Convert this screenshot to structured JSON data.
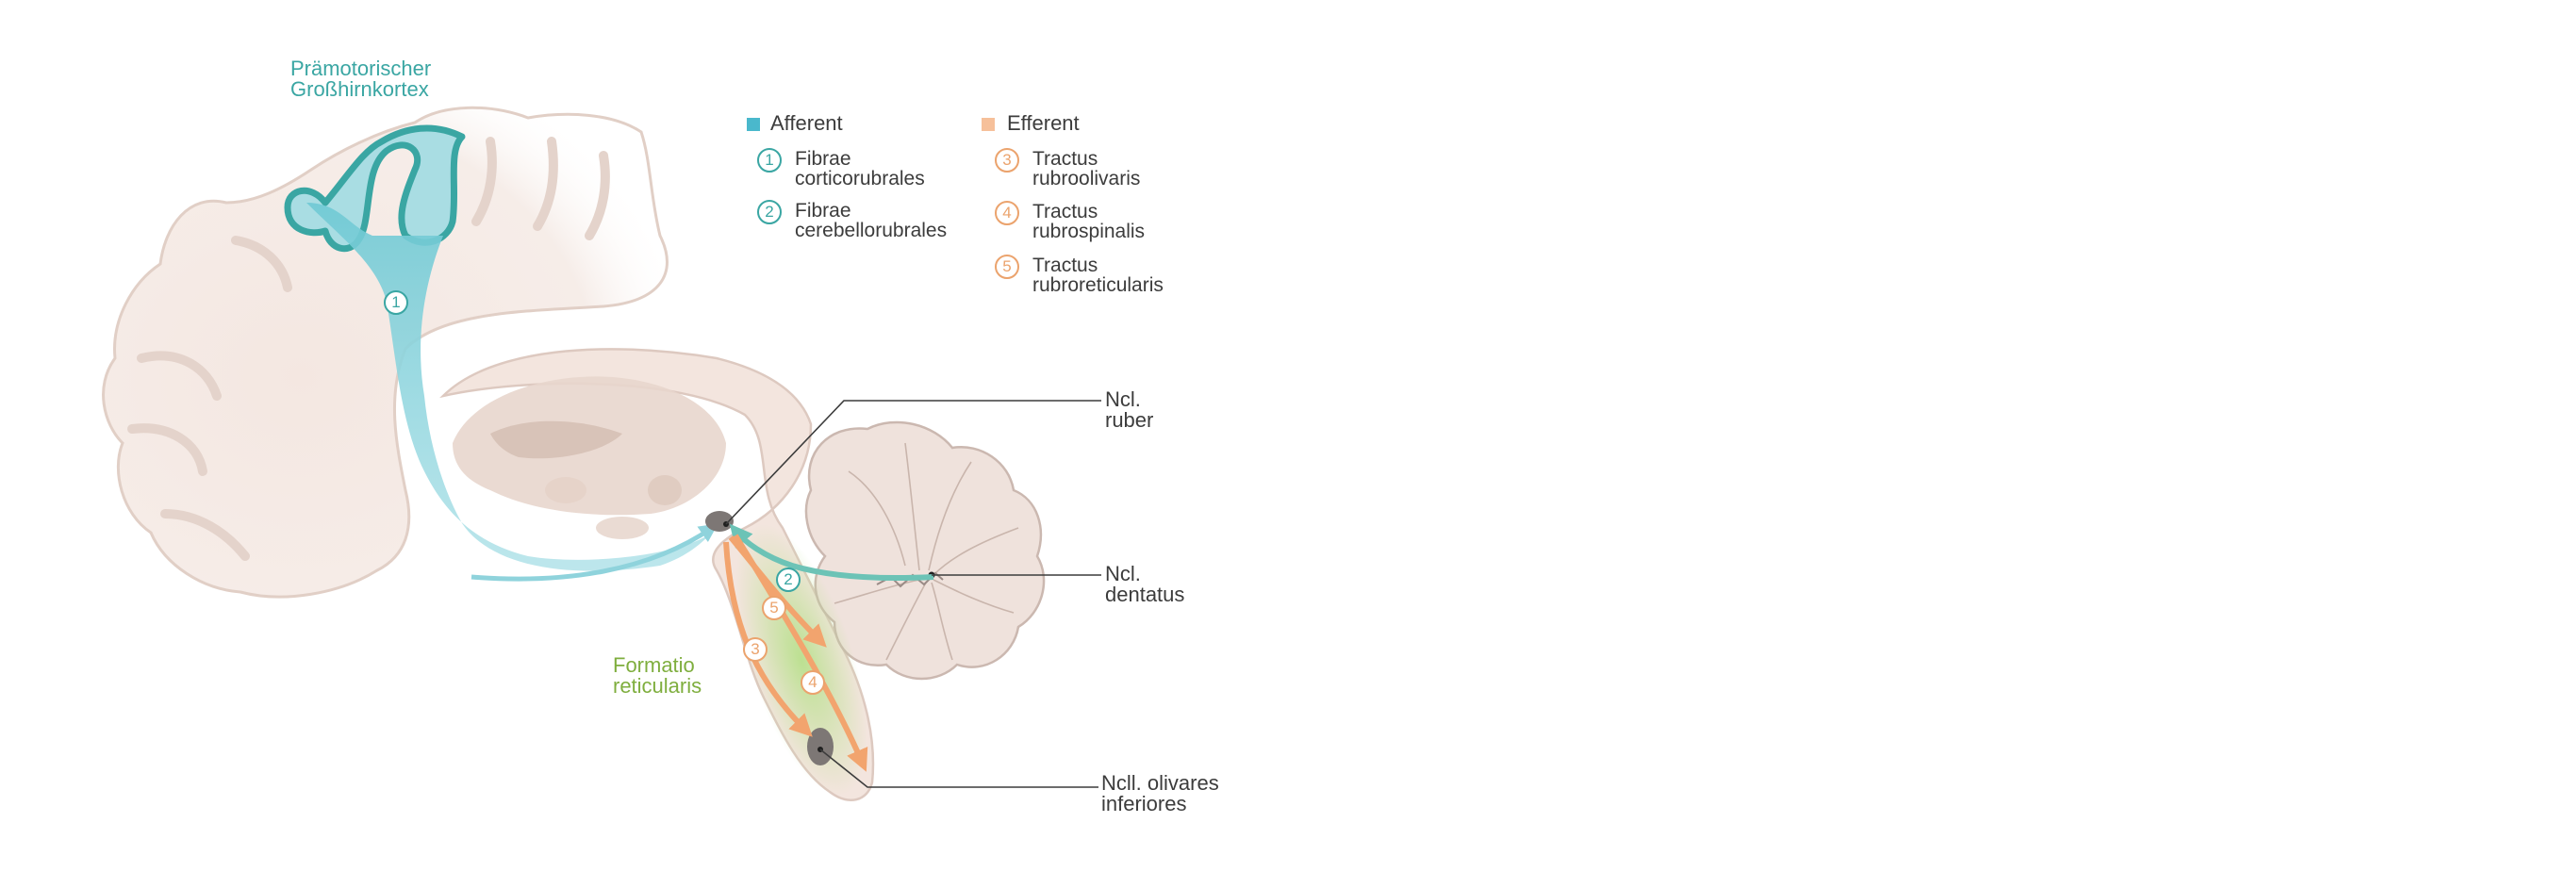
{
  "labels": {
    "premotor_cortex": "Prämotorischer\nGroßhirnkortex",
    "formatio": "Formatio\nreticularis",
    "ncl_ruber": "Ncl.\nruber",
    "ncl_dentatus": "Ncl.\ndentatus",
    "ncll_olivares": "Ncll. olivares\ninferiores"
  },
  "legend": {
    "afferent": {
      "title": "Afferent",
      "color": "#4ab8cc",
      "items": [
        {
          "num": "1",
          "text": "Fibrae\ncorticorubrales"
        },
        {
          "num": "2",
          "text": "Fibrae\ncerebellorubrales"
        }
      ]
    },
    "efferent": {
      "title": "Efferent",
      "color": "#f6c09a",
      "items": [
        {
          "num": "3",
          "text": "Tractus\nrubroolivaris"
        },
        {
          "num": "4",
          "text": "Tractus\nrubrospinalis"
        },
        {
          "num": "5",
          "text": "Tractus\nrubroreticularis"
        }
      ]
    }
  },
  "diagram_markers": [
    "1",
    "2",
    "3",
    "4",
    "5"
  ],
  "colors": {
    "afferent_fill": "#8fd3dc",
    "afferent_stroke": "#3aa6a3",
    "efferent_arrow": "#f2a46e",
    "reticular_glow": "#a9d77a",
    "tissue": "#f4e7e1",
    "tissue_stroke": "#d9c5bc",
    "nucleus": "#7d7775",
    "leader_line": "#3c3c3c"
  }
}
